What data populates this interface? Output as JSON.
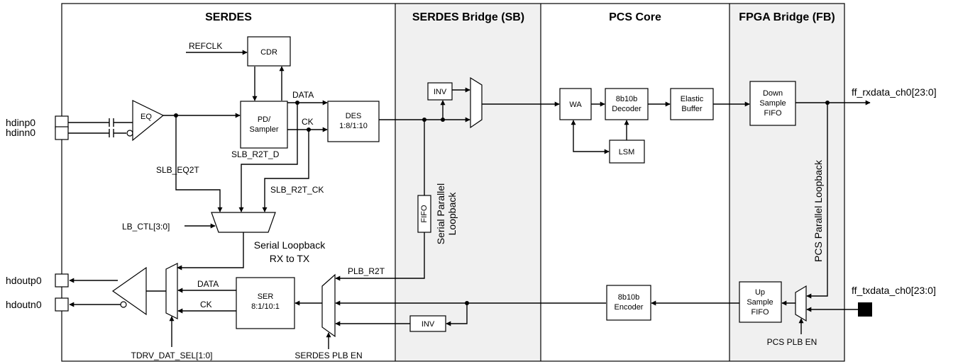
{
  "sections": {
    "serdes": "SERDES",
    "serdes_bridge": "SERDES Bridge (SB)",
    "pcs_core": "PCS Core",
    "fpga_bridge": "FPGA Bridge (FB)"
  },
  "pins": {
    "hdinp0": "hdinp0",
    "hdinn0": "hdinn0",
    "hdoutp0": "hdoutp0",
    "hdoutn0": "hdoutn0",
    "ff_rxdata": "ff_rxdata_ch0[23:0]",
    "ff_txdata": "ff_txdata_ch0[23:0]"
  },
  "blocks": {
    "cdr": "CDR",
    "pd_line1": "PD/",
    "pd_line2": "Sampler",
    "eq": "EQ",
    "des_line1": "DES",
    "des_line2": "1:8/1:10",
    "ser_line1": "SER",
    "ser_line2": "8:1/10:1",
    "inv_top": "INV",
    "inv_bottom": "INV",
    "fifo_sb": "FIFO",
    "wa": "WA",
    "dec_line1": "8b10b",
    "dec_line2": "Decoder",
    "lsm": "LSM",
    "eb_line1": "Elastic",
    "eb_line2": "Buffer",
    "down_line1": "Down",
    "down_line2": "Sample",
    "down_line3": "FIFO",
    "enc_line1": "8b10b",
    "enc_line2": "Encoder",
    "up_line1": "Up",
    "up_line2": "Sample",
    "up_line3": "FIFO"
  },
  "signals": {
    "refclk": "REFCLK",
    "data_rx": "DATA",
    "ck_rx": "CK",
    "slb_eq2t": "SLB_EQ2T",
    "slb_r2t_d": "SLB_R2T_D",
    "slb_r2t_ck": "SLB_R2T_CK",
    "lb_ctl": "LB_CTL[3:0]",
    "serial_loopback_1": "Serial Loopback",
    "serial_loopback_2": "RX to TX",
    "data_tx": "DATA",
    "ck_tx": "CK",
    "plb_r2t": "PLB_R2T",
    "tdrv": "TDRV_DAT_SEL[1:0]",
    "serdes_plb_en": "SERDES PLB EN",
    "serial_parallel_1": "Serial Parallel",
    "serial_parallel_2": "Loopback",
    "pcs_parallel": "PCS Parallel Loopback",
    "pcs_plb_en": "PCS PLB EN"
  }
}
